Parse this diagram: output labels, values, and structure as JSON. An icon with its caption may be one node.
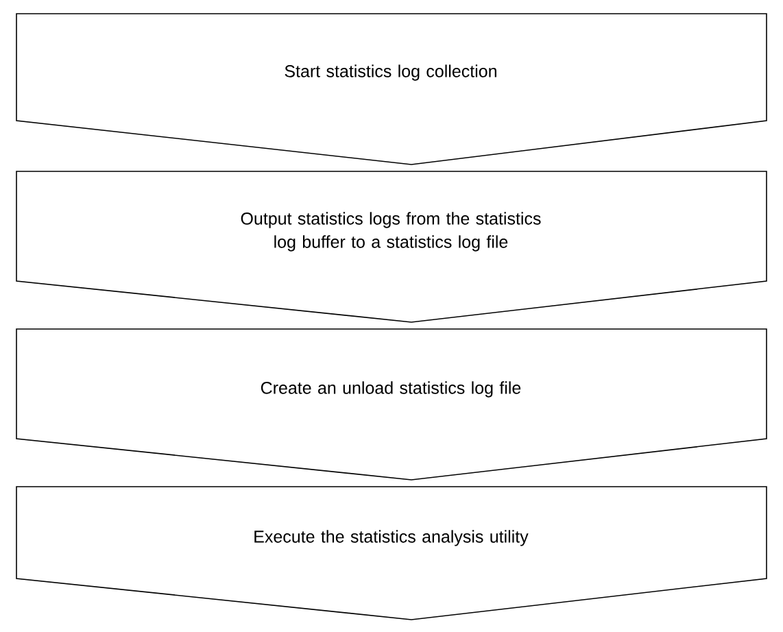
{
  "diagram": {
    "nodes": [
      {
        "text": [
          "Start statistics log collection"
        ]
      },
      {
        "text": [
          "Output statistics logs from the statistics log buffer to a statistics log file"
        ]
      },
      {
        "text": [
          "Create an unload statistics log file"
        ]
      },
      {
        "text": [
          "Execute the statistics analysis utility"
        ]
      }
    ]
  }
}
